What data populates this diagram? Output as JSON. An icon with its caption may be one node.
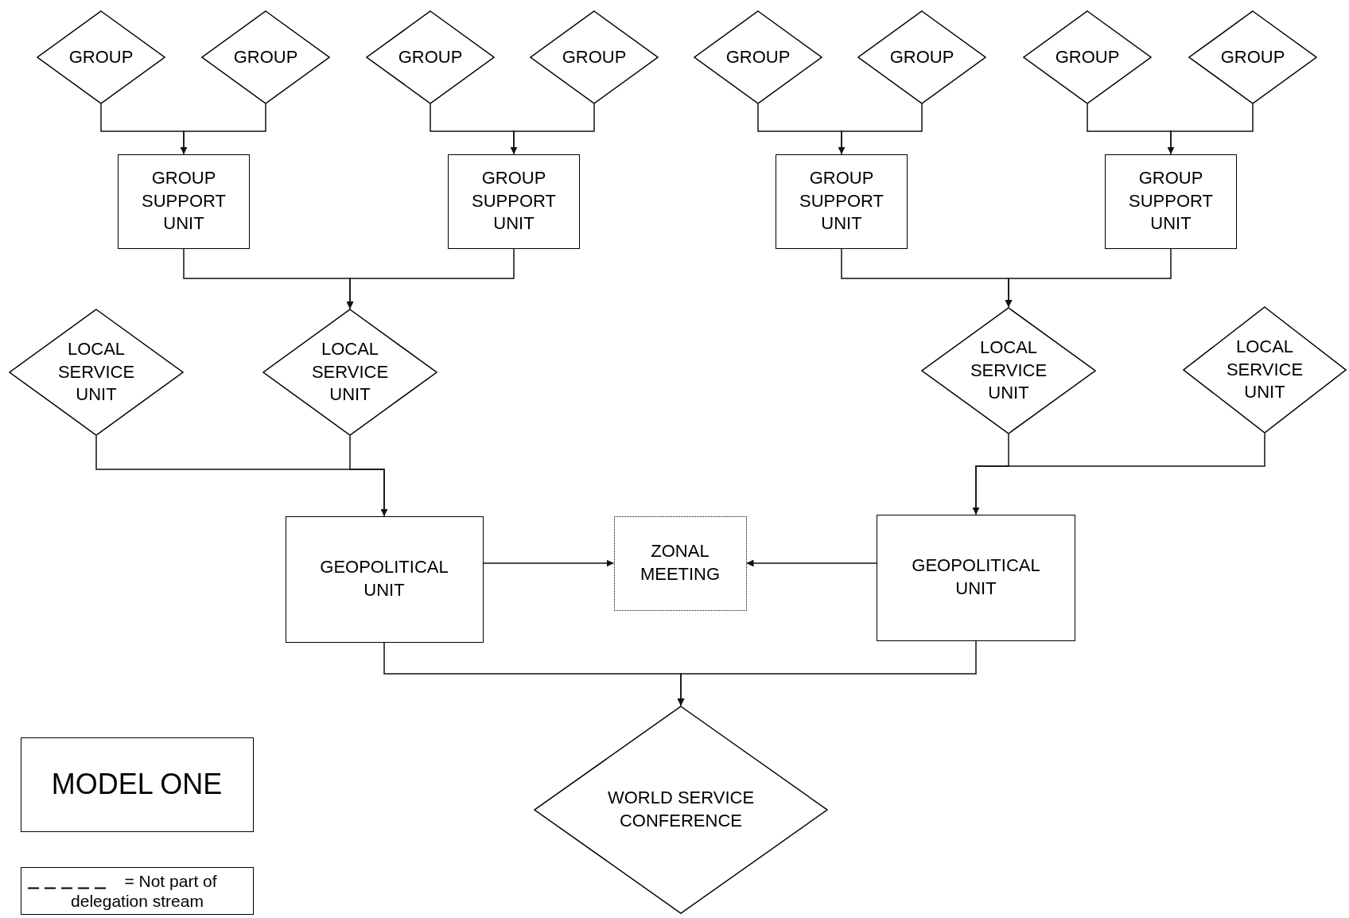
{
  "diagram": {
    "nodes": [
      {
        "text": [
          "GROUP"
        ]
      },
      {
        "text": [
          "GROUP"
        ]
      },
      {
        "text": [
          "GROUP"
        ]
      },
      {
        "text": [
          "GROUP"
        ]
      },
      {
        "text": [
          "GROUP"
        ]
      },
      {
        "text": [
          "GROUP"
        ]
      },
      {
        "text": [
          "GROUP"
        ]
      },
      {
        "text": [
          "GROUP"
        ]
      },
      {
        "text": [
          "GROUP SUPPORT UNIT"
        ]
      },
      {
        "text": [
          "GROUP SUPPORT UNIT"
        ]
      },
      {
        "text": [
          "GROUP SUPPORT UNIT"
        ]
      },
      {
        "text": [
          "GROUP SUPPORT UNIT"
        ]
      },
      {
        "text": [
          "LOCAL SERVICE UNIT"
        ]
      },
      {
        "text": [
          "LOCAL SERVICE UNIT"
        ]
      },
      {
        "text": [
          "LOCAL SERVICE UNIT"
        ]
      },
      {
        "text": [
          "LOCAL SERVICE UNIT"
        ]
      },
      {
        "text": [
          "GEOPOLITICAL UNIT"
        ]
      },
      {
        "text": [
          "ZONAL MEETING"
        ]
      },
      {
        "text": [
          "GEOPOLITICAL UNIT"
        ]
      },
      {
        "text": [
          "WORLD SERVICE CONFERENCE"
        ]
      },
      {
        "text": [
          "MODEL ONE"
        ]
      }
    ],
    "edges": [
      {
        "from": 0,
        "to": 8,
        "arrow": "to"
      },
      {
        "from": 1,
        "to": 8,
        "arrow": "to"
      },
      {
        "from": 2,
        "to": 9,
        "arrow": "to"
      },
      {
        "from": 3,
        "to": 9,
        "arrow": "to"
      },
      {
        "from": 4,
        "to": 10,
        "arrow": "to"
      },
      {
        "from": 5,
        "to": 10,
        "arrow": "to"
      },
      {
        "from": 6,
        "to": 11,
        "arrow": "to"
      },
      {
        "from": 7,
        "to": 11,
        "arrow": "to"
      },
      {
        "from": 8,
        "to": 13,
        "arrow": "to"
      },
      {
        "from": 9,
        "to": 13,
        "arrow": "to"
      },
      {
        "from": 10,
        "to": 14,
        "arrow": "to"
      },
      {
        "from": 11,
        "to": 14,
        "arrow": "to"
      },
      {
        "from": 12,
        "to": 16,
        "arrow": "to"
      },
      {
        "from": 13,
        "to": 16,
        "arrow": "to"
      },
      {
        "from": 14,
        "to": 18,
        "arrow": "to"
      },
      {
        "from": 15,
        "to": 18,
        "arrow": "to"
      },
      {
        "from": 16,
        "to": 17,
        "arrow": "to"
      },
      {
        "from": 18,
        "to": 17,
        "arrow": "to"
      },
      {
        "from": 16,
        "to": 19,
        "arrow": "to"
      },
      {
        "from": 18,
        "to": 19,
        "arrow": "to"
      }
    ],
    "legend": [
      {
        "text": "= Not part of delegation stream"
      }
    ]
  }
}
